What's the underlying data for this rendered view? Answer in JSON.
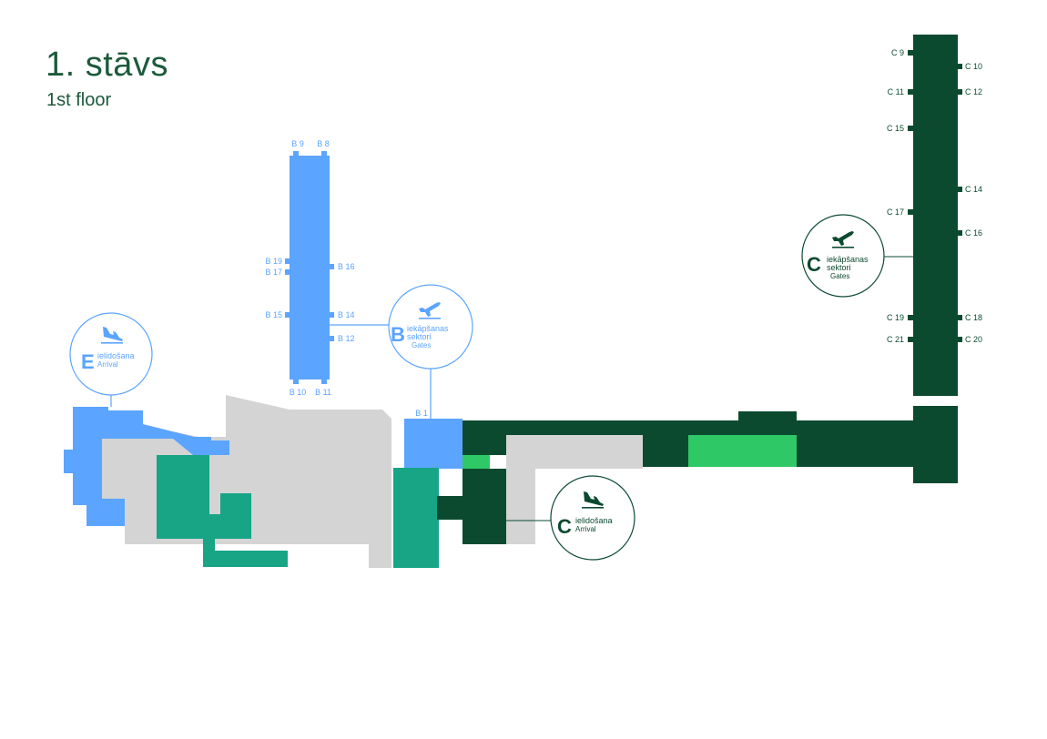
{
  "header": {
    "title": "1. stāvs",
    "subtitle": "1st floor"
  },
  "colors": {
    "grey": "#d4d4d4",
    "blue": "#5ba4ff",
    "teal": "#17a586",
    "dark_green": "#0c4a30",
    "light_green": "#2ec866",
    "title_green": "#1c5a3a"
  },
  "gates_b": {
    "top": [
      "B 9",
      "B 8"
    ],
    "bottom": [
      "B 10",
      "B 11"
    ],
    "left": [
      "B 19",
      "B 17",
      "B 15"
    ],
    "right": [
      "B 16",
      "B 14",
      "B 12"
    ],
    "entry": "B 1"
  },
  "gates_c": {
    "left": [
      "C 9",
      "C 11",
      "C 15",
      "C 17",
      "C 19",
      "C 21"
    ],
    "right": [
      "C 10",
      "C 12",
      "C 14",
      "C 16",
      "C 18",
      "C 20"
    ]
  },
  "markers": {
    "e_arrival": {
      "letter": "E",
      "line1": "ielidošana",
      "line2": "Arrival",
      "icon": "plane-landing-icon"
    },
    "b_gates": {
      "letter": "B",
      "line1": "iekāpšanas",
      "line2": "sektori",
      "line3": "Gates",
      "icon": "plane-takeoff-icon"
    },
    "c_arrival": {
      "letter": "C",
      "line1": "ielidošana",
      "line2": "Arrival",
      "icon": "plane-landing-icon"
    },
    "c_gates": {
      "letter": "C",
      "line1": "iekāpšanas",
      "line2": "sektori",
      "line3": "Gates",
      "icon": "plane-takeoff-icon"
    }
  }
}
